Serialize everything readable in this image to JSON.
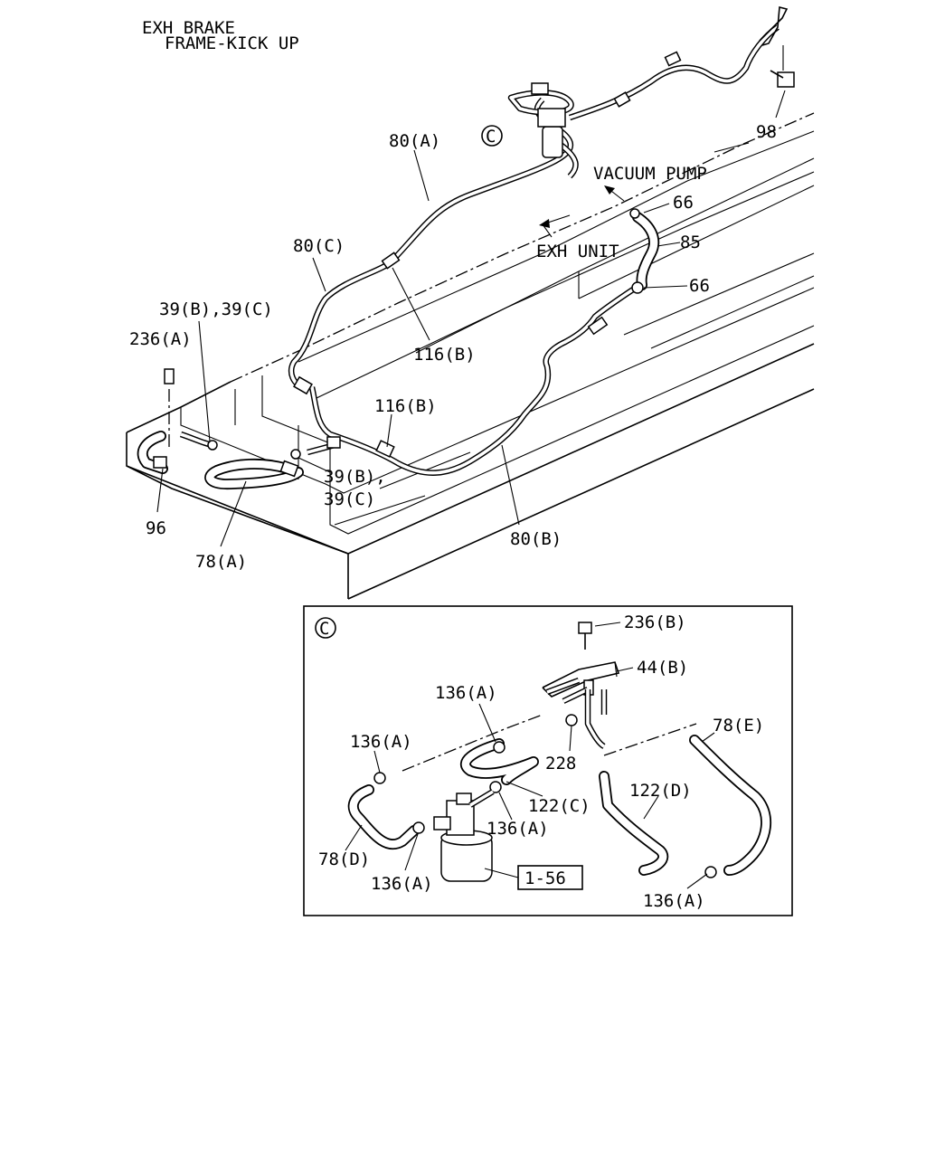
{
  "diagram": {
    "title_line1": "EXH BRAKE",
    "title_line2": "FRAME-KICK UP",
    "direction_labels": {
      "vacuum_pump": "VACUUM PUMP",
      "exh_unit": "EXH UNIT"
    },
    "callouts": {
      "p80a": "80(A)",
      "p80b": "80(B)",
      "p80c": "80(C)",
      "p98": "98",
      "p66_top": "66",
      "p66_bottom": "66",
      "p85": "85",
      "p116b_top": "116(B)",
      "p116b_bottom": "116(B)",
      "p39bc_top": "39(B),39(C)",
      "p39b_lower": "39(B),",
      "p39c_lower": "39(C)",
      "p236a": "236(A)",
      "p96": "96",
      "p78a": "78(A)",
      "circle_c": "C"
    },
    "detail_c": {
      "marker": "C",
      "p236b": "236(B)",
      "p44b": "44(B)",
      "p136a_top": "136(A)",
      "p136a_left": "136(A)",
      "p136a_mid": "136(A)",
      "p136a_bottom": "136(A)",
      "p136a_right": "136(A)",
      "p228": "228",
      "p78e": "78(E)",
      "p122c": "122(C)",
      "p122d": "122(D)",
      "p78d": "78(D)",
      "ref_box": "1-56"
    }
  }
}
